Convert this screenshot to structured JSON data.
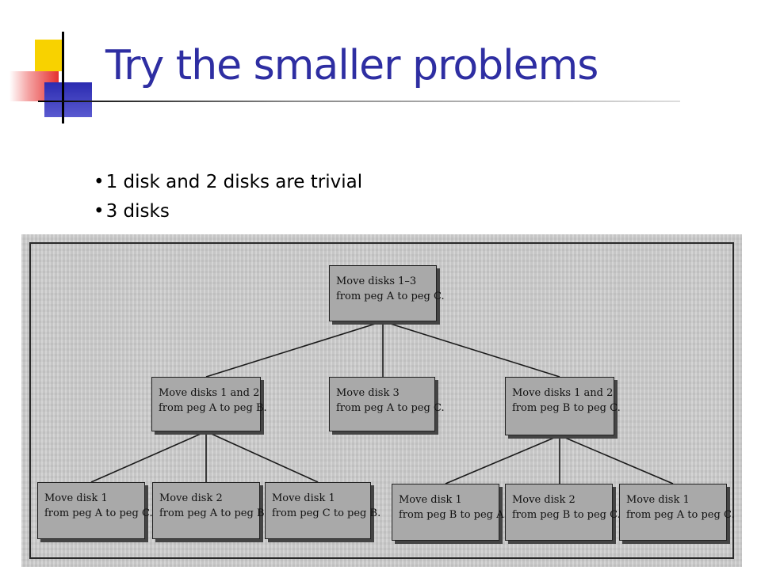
{
  "slide": {
    "title": "Try the smaller problems",
    "bullets": [
      "1 disk and 2 disks are trivial",
      "3 disks"
    ]
  },
  "diagram": {
    "root": {
      "line1": "Move disks 1–3",
      "line2": "from peg A to peg C."
    },
    "level2": [
      {
        "line1": "Move disks 1 and 2",
        "line2": "from peg A to peg B."
      },
      {
        "line1": "Move disk 3",
        "line2": "from peg A to peg C."
      },
      {
        "line1": "Move disks 1 and 2",
        "line2": "from peg B to peg C."
      }
    ],
    "level3": [
      {
        "line1": "Move disk 1",
        "line2": "from peg A to peg C."
      },
      {
        "line1": "Move disk 2",
        "line2": "from peg A to peg B."
      },
      {
        "line1": "Move disk 1",
        "line2": "from peg C to peg B."
      },
      {
        "line1": "Move disk 1",
        "line2": "from peg B to peg A."
      },
      {
        "line1": "Move disk 2",
        "line2": "from peg B to peg C."
      },
      {
        "line1": "Move disk 1",
        "line2": "from peg A to peg C."
      }
    ]
  }
}
